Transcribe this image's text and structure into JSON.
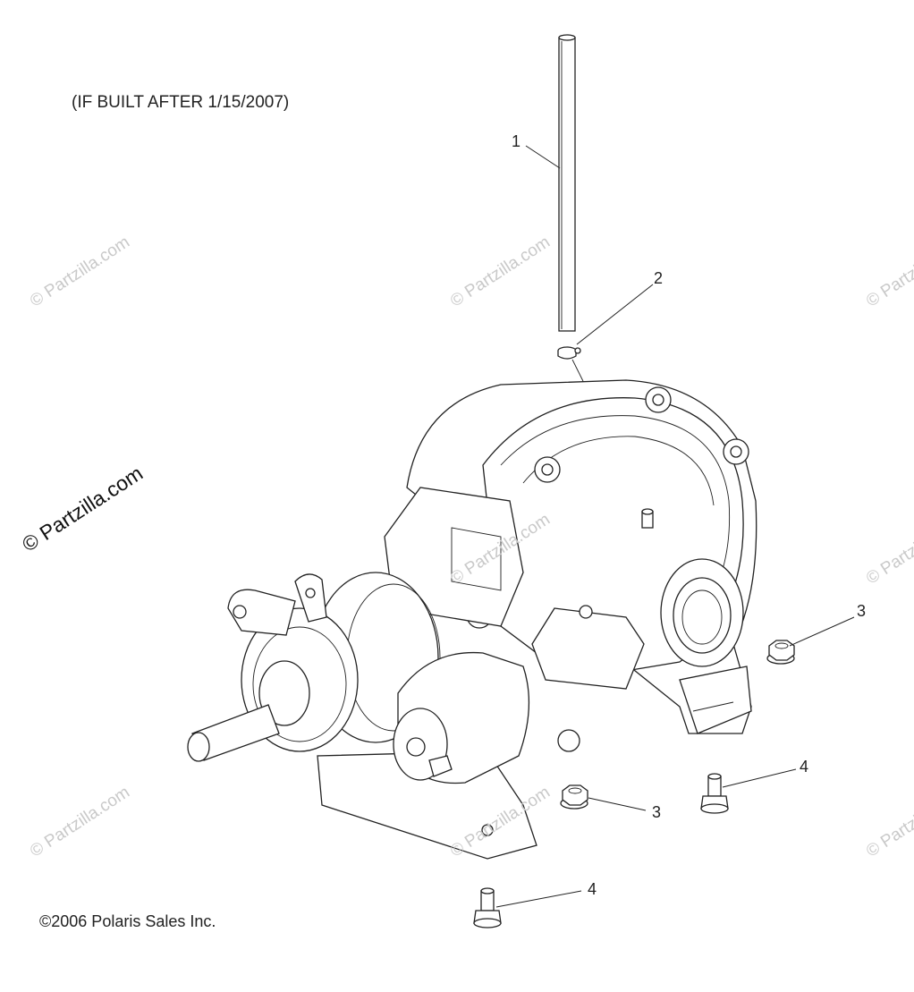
{
  "diagram": {
    "note": "(IF BUILT AFTER 1/15/2007)",
    "copyright": "©2006 Polaris Sales Inc.",
    "brand": "© Partzilla.com",
    "watermark": "© Partzilla.com",
    "callouts": [
      {
        "id": "1",
        "label": "1"
      },
      {
        "id": "2",
        "label": "2"
      },
      {
        "id": "3a",
        "label": "3"
      },
      {
        "id": "3b",
        "label": "3"
      },
      {
        "id": "4a",
        "label": "4"
      },
      {
        "id": "4b",
        "label": "4"
      }
    ]
  }
}
